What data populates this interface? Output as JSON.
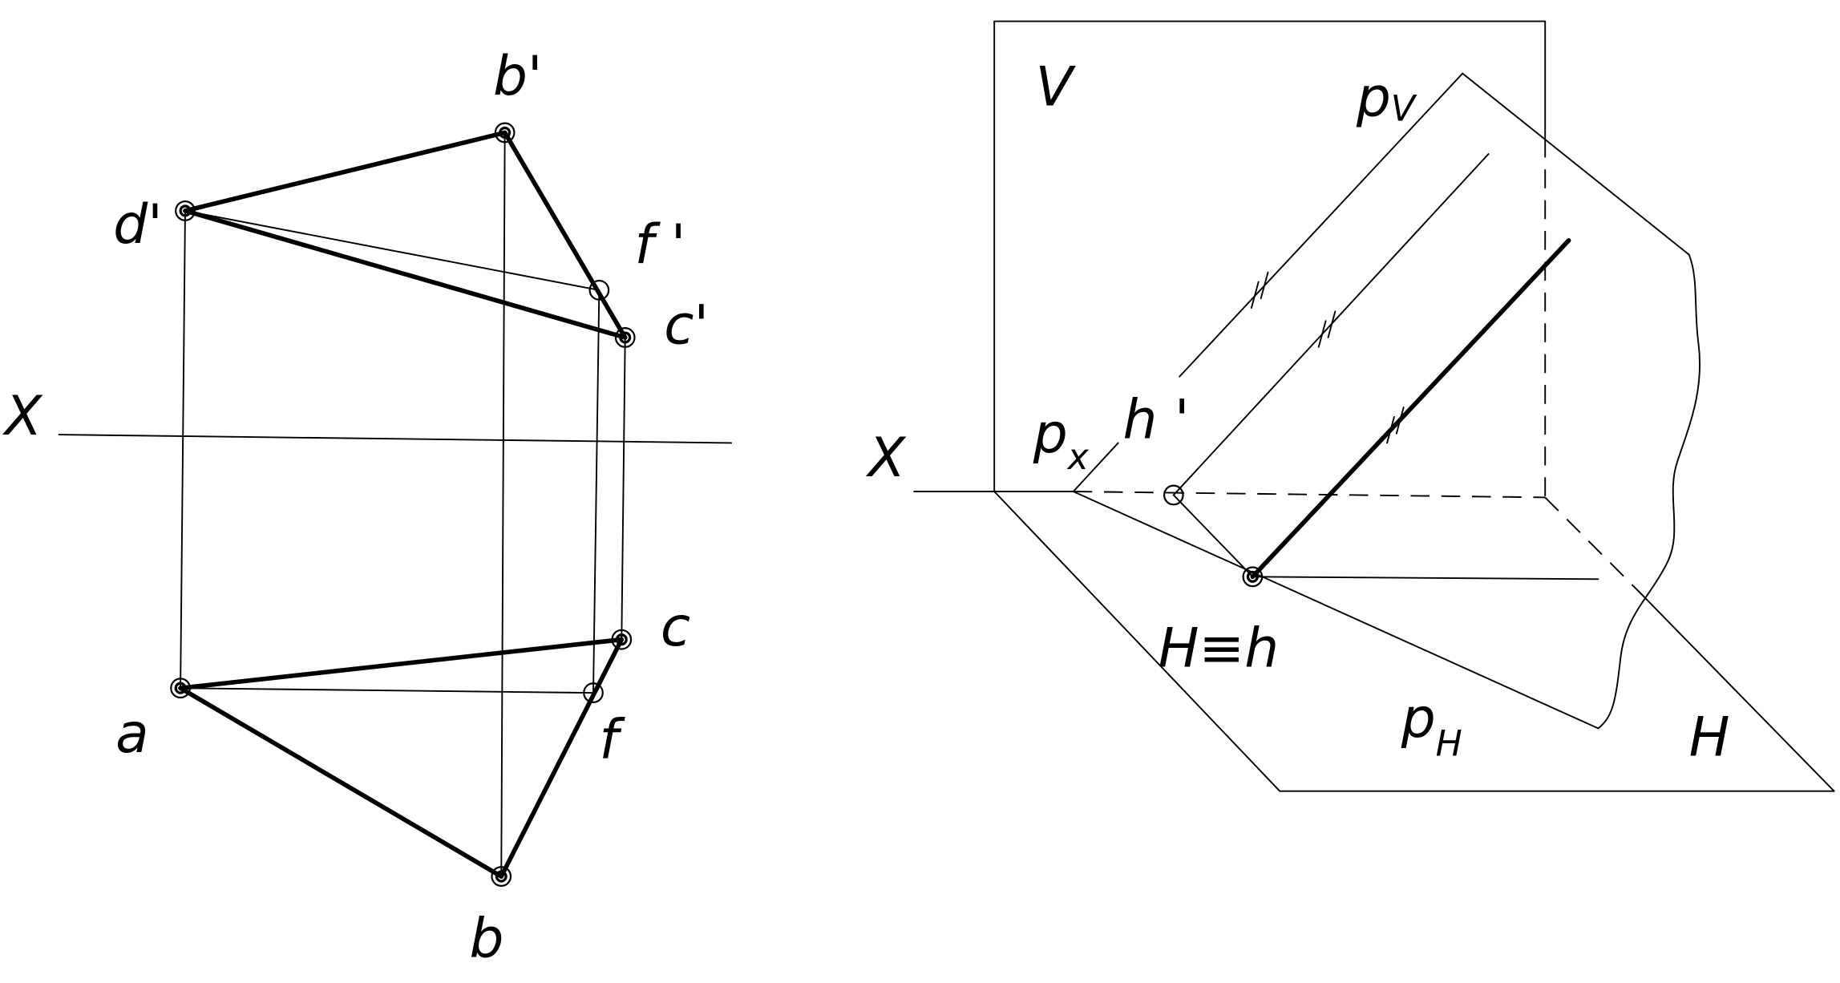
{
  "left_diagram": {
    "labels": {
      "b_prime": "b'",
      "d_prime": "d'",
      "f_prime": "f '",
      "c_prime": "c'",
      "x_axis": "X",
      "c": "c",
      "a": "a",
      "f": "f",
      "b": "b"
    }
  },
  "right_diagram": {
    "labels": {
      "v_plane": "V",
      "p_v": {
        "main": "p",
        "sub": "V"
      },
      "h_prime": "h '",
      "p_x": {
        "main": "p",
        "sub": "x"
      },
      "x_axis": "X",
      "h_point": "H≡h",
      "p_h": {
        "main": "p",
        "sub": "H"
      },
      "h_plane": "H"
    }
  }
}
